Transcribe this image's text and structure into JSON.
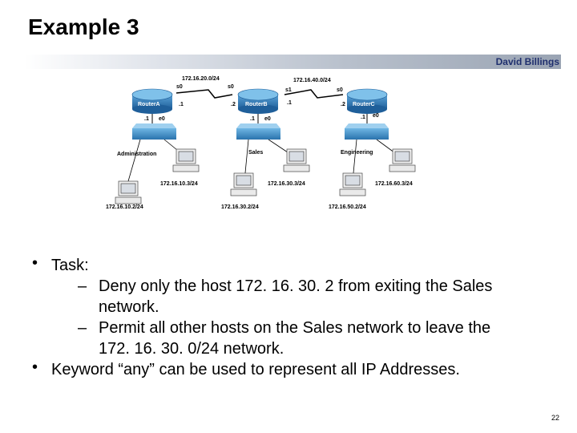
{
  "slide": {
    "title": "Example 3",
    "author": "David Billings",
    "page_number": "22"
  },
  "diagram": {
    "networks": {
      "ab": "172.16.20.0/24",
      "bc": "172.16.40.0/24"
    },
    "routers": [
      {
        "name": "RouterA",
        "s_if": "s0",
        "s_ip": ".1",
        "lan_ip": ".1",
        "e_if": "e0"
      },
      {
        "name": "RouterB",
        "s0_if": "s0",
        "s0_ip": ".2",
        "s1_if": "s1",
        "s1_ip": ".1",
        "lan_ip": ".1",
        "e_if": "e0"
      },
      {
        "name": "RouterC",
        "s_if": "s0",
        "s_ip": ".2",
        "lan_ip": ".1",
        "e_if": "e0"
      }
    ],
    "lans": [
      "Administration",
      "Sales",
      "Engineering"
    ],
    "hosts": [
      "172.16.10.3/24",
      "172.16.10.2/24",
      "172.16.30.3/24",
      "172.16.30.2/24",
      "172.16.60.3/24",
      "172.16.50.2/24"
    ]
  },
  "bullets": {
    "task": "Task:",
    "sub1_line1": "Deny only the host 172. 16. 30. 2 from exiting the Sales",
    "sub1_line2": "network.",
    "sub2_line1": "Permit all other hosts on the Sales network to leave the",
    "sub2_line2": "172. 16. 30. 0/24 network.",
    "keyword": "Keyword “any” can be used to represent all IP Addresses.",
    "dash": "–"
  }
}
